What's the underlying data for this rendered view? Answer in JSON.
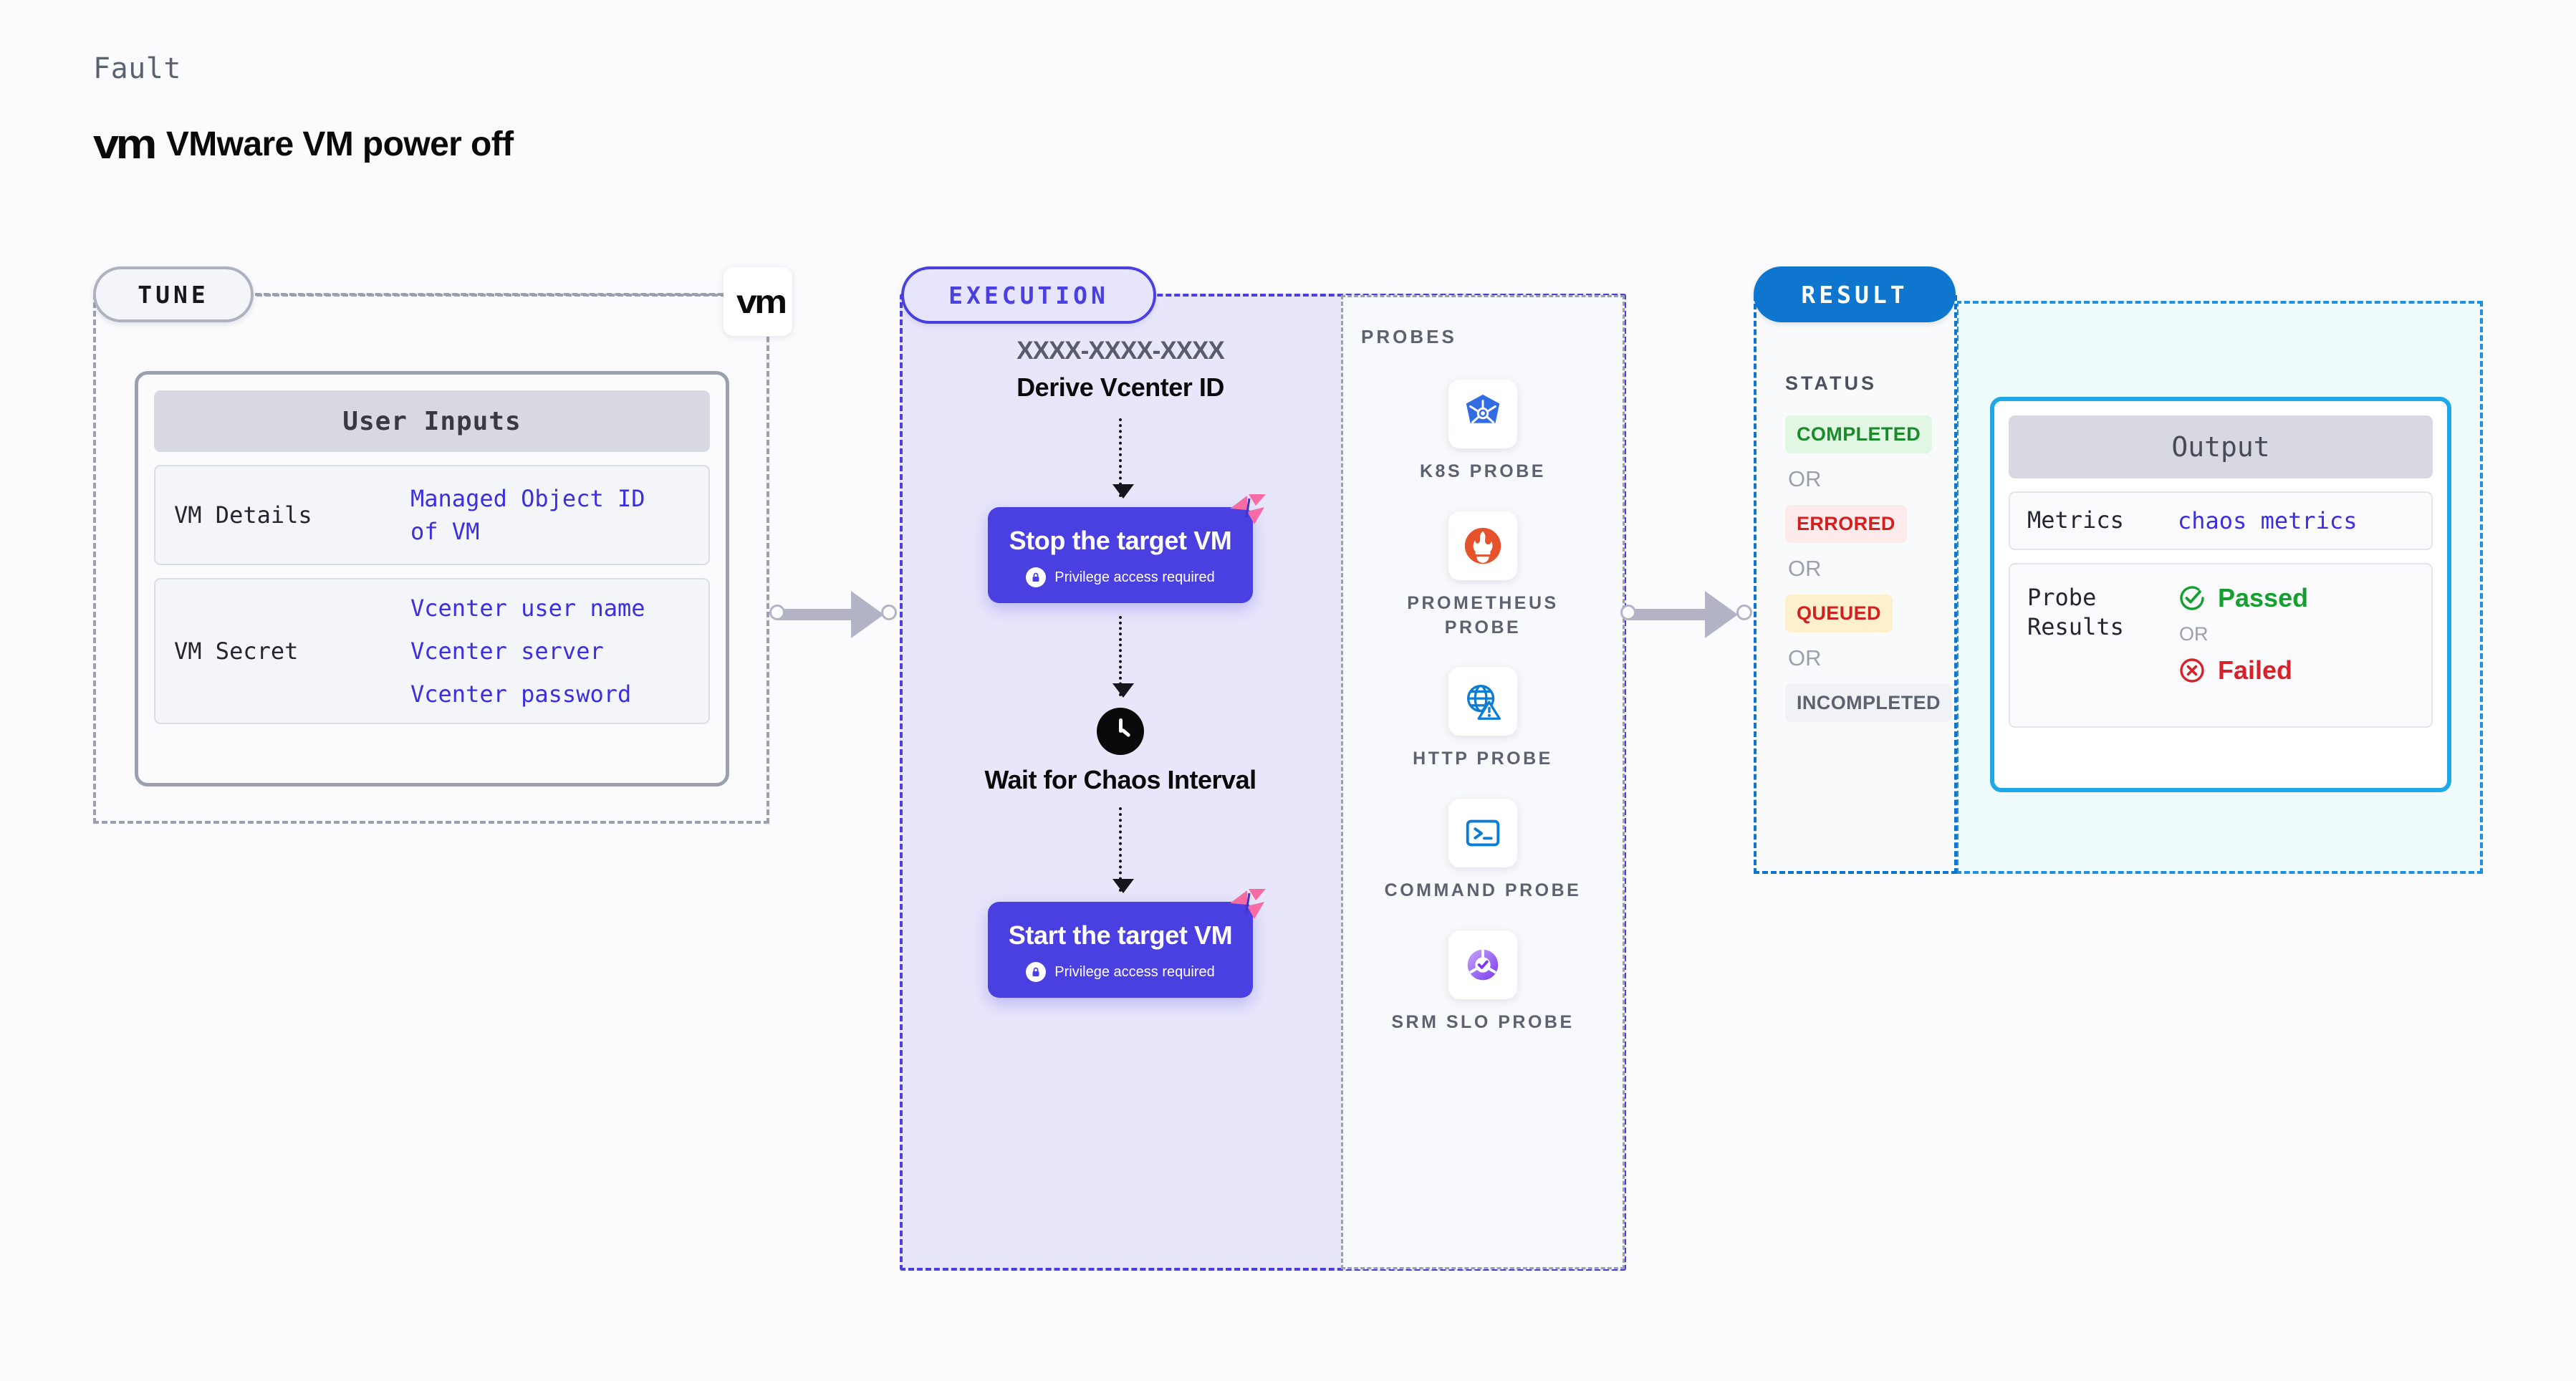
{
  "header": {
    "kicker": "Fault",
    "logo_text": "vm",
    "title": "VMware VM power off"
  },
  "tune": {
    "pill_label": "TUNE",
    "badge_logo": "vm",
    "card": {
      "title": "User Inputs",
      "rows": [
        {
          "label": "VM Details",
          "values": [
            "Managed Object ID",
            "of VM"
          ]
        },
        {
          "label": "VM Secret",
          "values": [
            "Vcenter user name",
            "Vcenter server",
            "Vcenter password"
          ]
        }
      ]
    }
  },
  "execution": {
    "pill_label": "EXECUTION",
    "derive_id": "XXXX-XXXX-XXXX",
    "derive_name": "Derive Vcenter ID",
    "steps": [
      {
        "title": "Stop the target VM",
        "note": "Privilege access required"
      },
      {
        "title": "Wait for Chaos Interval"
      },
      {
        "title": "Start the target VM",
        "note": "Privilege access required"
      }
    ],
    "probes": {
      "title": "PROBES",
      "items": [
        {
          "label": "K8S PROBE",
          "icon": "kubernetes-icon",
          "color": "#326CE5"
        },
        {
          "label": "PROMETHEUS PROBE",
          "icon": "prometheus-icon",
          "color": "#E6522C"
        },
        {
          "label": "HTTP PROBE",
          "icon": "http-globe-warning-icon",
          "color": "#0C7CD5"
        },
        {
          "label": "COMMAND PROBE",
          "icon": "terminal-icon",
          "color": "#0C7CD5"
        },
        {
          "label": "SRM SLO PROBE",
          "icon": "slo-donut-check-icon",
          "color": "#8B5CF6"
        }
      ]
    }
  },
  "result": {
    "pill_label": "RESULT",
    "status_title": "STATUS",
    "or_label": "OR",
    "statuses": [
      {
        "label": "COMPLETED",
        "bg": "#e2f6e4",
        "fg": "#1b8a2a"
      },
      {
        "label": "ERRORED",
        "bg": "#fdeaea",
        "fg": "#d32020"
      },
      {
        "label": "QUEUED",
        "bg": "#fdf0cd",
        "fg": "#d32020"
      },
      {
        "label": "INCOMPLETED",
        "bg": "#f1f2f6",
        "fg": "#5c6270"
      }
    ],
    "output": {
      "title": "Output",
      "metrics_label": "Metrics",
      "metrics_value": "chaos metrics",
      "probe_results_label": "Probe Results",
      "passed_label": "Passed",
      "failed_label": "Failed",
      "or_label": "OR"
    }
  },
  "colors": {
    "indigo": "#4a3fe0",
    "blue": "#0f76d0",
    "cyan": "#1fa8e8",
    "gray": "#9aa0ae",
    "pink": "#f76ba4"
  }
}
